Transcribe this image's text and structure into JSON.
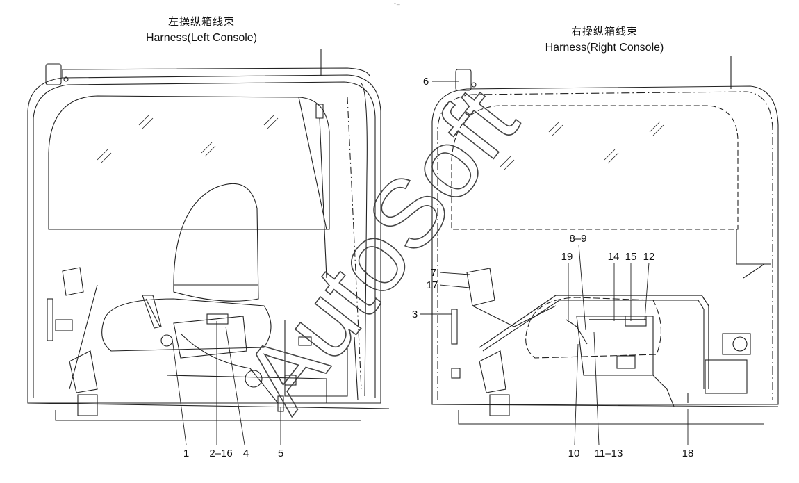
{
  "header": {
    "mark": "⁻—"
  },
  "left_panel": {
    "title_cn": "左操纵箱线束",
    "title_en": "Harness(Left Console)",
    "callouts": [
      "1",
      "2–16",
      "4",
      "5"
    ]
  },
  "right_panel": {
    "title_cn": "右操纵箱线束",
    "title_en": "Harness(Right Console)",
    "callouts": [
      "6",
      "7",
      "17",
      "3",
      "8–9",
      "19",
      "14",
      "15",
      "12",
      "10",
      "11–13",
      "18"
    ]
  },
  "watermark": {
    "text": "AutoSoft"
  }
}
